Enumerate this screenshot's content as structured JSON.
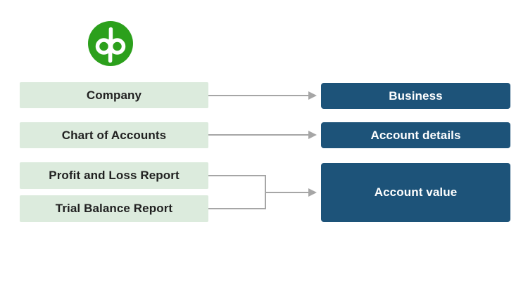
{
  "canvas": {
    "background": "#ffffff"
  },
  "logo": {
    "name": "QuickBooks logo",
    "letters": "qb",
    "circle_color": "#2ca01c",
    "glyph_color": "#ffffff"
  },
  "colors": {
    "canvas_bg": "#ffffff",
    "source_box_bg": "#dcebdd",
    "source_text": "#212121",
    "target_box_bg": "#1d5379",
    "target_text": "#ffffff",
    "connector": "#a6a6a6"
  },
  "diagram": {
    "source_boxes": [
      "Company",
      "Chart of Accounts",
      "Profit and Loss Report",
      "Trial Balance Report"
    ],
    "target_boxes": [
      "Business",
      "Account details",
      "Account value"
    ],
    "connections": [
      {
        "from": "Company",
        "to": "Business"
      },
      {
        "from": "Chart of Accounts",
        "to": "Account details"
      },
      {
        "from": "Profit and Loss Report",
        "to": "Account value"
      },
      {
        "from": "Trial Balance Report",
        "to": "Account value"
      }
    ]
  }
}
